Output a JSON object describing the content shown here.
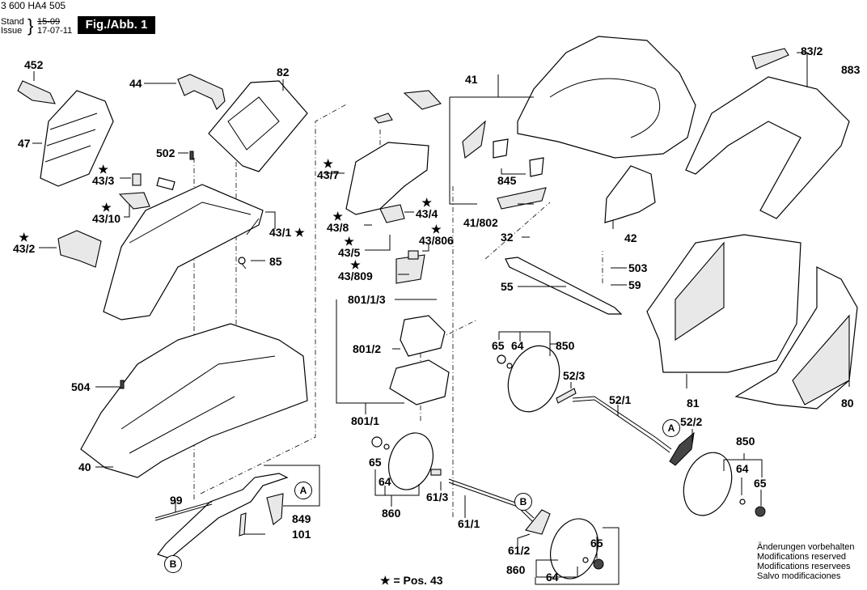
{
  "header": {
    "doc_number": "3 600 HA4 505",
    "stand_label": "Stand",
    "issue_label": "Issue",
    "old_date": "15-09",
    "new_date": "17-07-11",
    "figure_label": "Fig./Abb. 1"
  },
  "parts": [
    {
      "id": "452",
      "label": "452"
    },
    {
      "id": "47",
      "label": "47"
    },
    {
      "id": "44",
      "label": "44"
    },
    {
      "id": "82",
      "label": "82"
    },
    {
      "id": "502",
      "label": "502"
    },
    {
      "id": "43/3",
      "label": "43/3",
      "star": true
    },
    {
      "id": "43/10",
      "label": "43/10",
      "star": true
    },
    {
      "id": "43/2",
      "label": "43/2",
      "star": true
    },
    {
      "id": "43/1",
      "label": "43/1 ★"
    },
    {
      "id": "85",
      "label": "85"
    },
    {
      "id": "504",
      "label": "504"
    },
    {
      "id": "40",
      "label": "40"
    },
    {
      "id": "99",
      "label": "99"
    },
    {
      "id": "849",
      "label": "849"
    },
    {
      "id": "101",
      "label": "101"
    },
    {
      "id": "43/7",
      "label": "43/7",
      "star": true
    },
    {
      "id": "43/4",
      "label": "43/4",
      "star": true
    },
    {
      "id": "43/8",
      "label": "43/8",
      "star": true
    },
    {
      "id": "43/5",
      "label": "43/5",
      "star": true
    },
    {
      "id": "43/806",
      "label": "43/806",
      "star": true
    },
    {
      "id": "43/809",
      "label": "43/809",
      "star": true
    },
    {
      "id": "801/1/3",
      "label": "801/1/3"
    },
    {
      "id": "801/2",
      "label": "801/2"
    },
    {
      "id": "801/1",
      "label": "801/1"
    },
    {
      "id": "41",
      "label": "41"
    },
    {
      "id": "845",
      "label": "845"
    },
    {
      "id": "41/802",
      "label": "41/802"
    },
    {
      "id": "32",
      "label": "32"
    },
    {
      "id": "42",
      "label": "42"
    },
    {
      "id": "55",
      "label": "55"
    },
    {
      "id": "503",
      "label": "503"
    },
    {
      "id": "59",
      "label": "59"
    },
    {
      "id": "83/2",
      "label": "83/2"
    },
    {
      "id": "883",
      "label": "883"
    },
    {
      "id": "81",
      "label": "81"
    },
    {
      "id": "80",
      "label": "80"
    },
    {
      "id": "65a",
      "label": "65"
    },
    {
      "id": "64a",
      "label": "64"
    },
    {
      "id": "850a",
      "label": "850"
    },
    {
      "id": "52/3",
      "label": "52/3"
    },
    {
      "id": "52/1",
      "label": "52/1"
    },
    {
      "id": "52/2",
      "label": "52/2"
    },
    {
      "id": "850b",
      "label": "850"
    },
    {
      "id": "64b",
      "label": "64"
    },
    {
      "id": "65b",
      "label": "65"
    },
    {
      "id": "65c",
      "label": "65"
    },
    {
      "id": "64c",
      "label": "64"
    },
    {
      "id": "860a",
      "label": "860"
    },
    {
      "id": "61/3",
      "label": "61/3"
    },
    {
      "id": "61/1",
      "label": "61/1"
    },
    {
      "id": "61/2",
      "label": "61/2"
    },
    {
      "id": "65d",
      "label": "65"
    },
    {
      "id": "860b",
      "label": "860"
    },
    {
      "id": "64d",
      "label": "64"
    }
  ],
  "markers": {
    "a": "A",
    "b": "B"
  },
  "legend": "★ = Pos. 43",
  "star_glyph": "★",
  "notes": [
    "Änderungen vorbehalten",
    "Modifications reserved",
    "Modifications reservees",
    "Salvo modificaciones"
  ]
}
